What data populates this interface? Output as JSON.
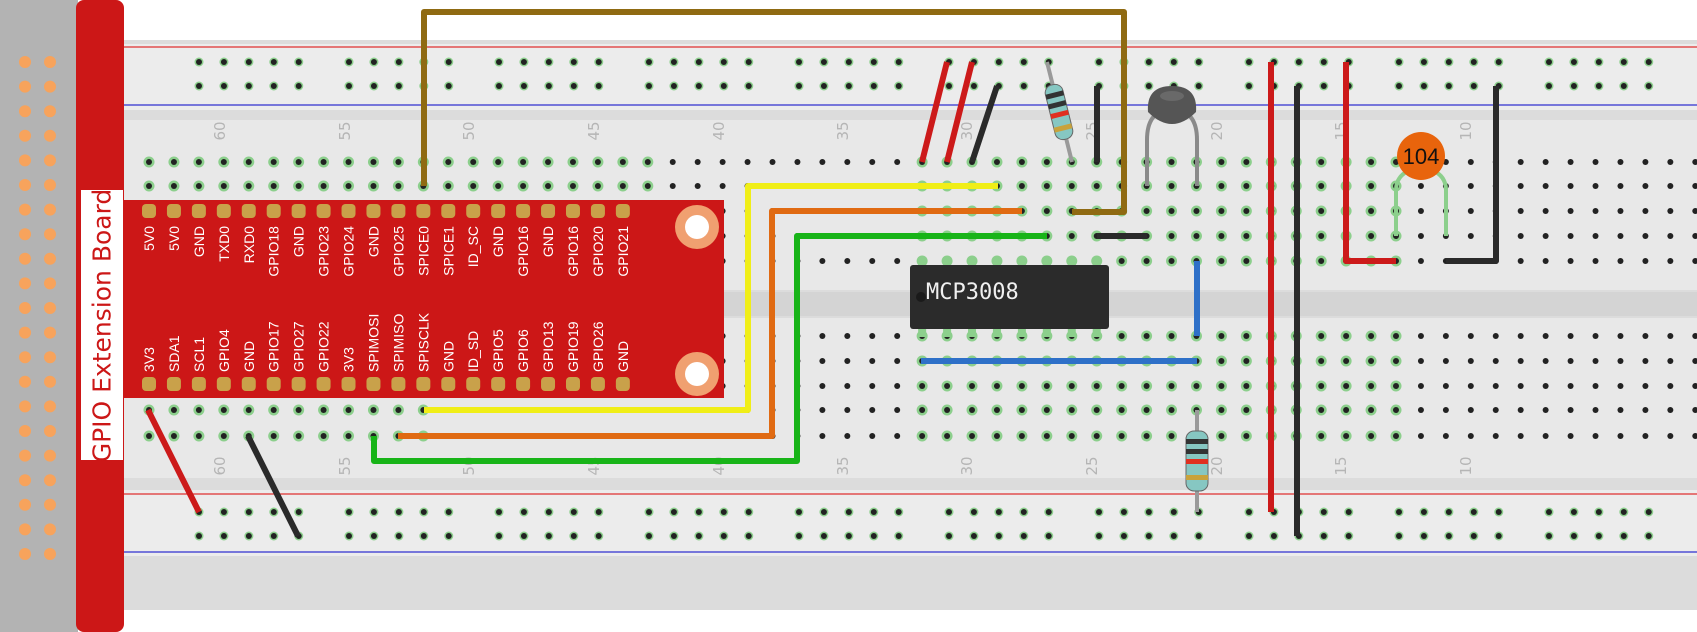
{
  "board": {
    "title": "GPIO Extension Board",
    "top_pins": [
      "5V0",
      "5V0",
      "GND",
      "TXD0",
      "RXD0",
      "GPIO18",
      "GND",
      "GPIO23",
      "GPIO24",
      "GND",
      "GPIO25",
      "SPICE0",
      "SPICE1",
      "ID_SC",
      "GND",
      "GPIO16",
      "GND",
      "GPIO16",
      "GPIO20",
      "GPIO21"
    ],
    "bottom_pins": [
      "3V3",
      "SDA1",
      "SCL1",
      "GPIO4",
      "GND",
      "GPIO17",
      "GPIO27",
      "GPIO22",
      "3V3",
      "SPIMOSI",
      "SPIMISO",
      "SPISCLK",
      "GND",
      "ID_SD",
      "GPIO5",
      "GPIO6",
      "GPIO13",
      "GPIO19",
      "GPIO26",
      "GND"
    ]
  },
  "chip": {
    "label": "MCP3008"
  },
  "capacitor": {
    "label": "104"
  },
  "column_numbers": [
    "60",
    "55",
    "50",
    "45",
    "40",
    "35",
    "30",
    "25",
    "20",
    "15",
    "10"
  ],
  "colors": {
    "board_red": "#cc1717",
    "pin_gold": "#c9a14a",
    "breadboard": "#e6e6e6",
    "rail_red": "#e03030",
    "rail_blue": "#3030d0",
    "wire_brown": "#8f6a12",
    "wire_yellow": "#f0ee17",
    "wire_orange": "#e06a12",
    "wire_green": "#18b418",
    "wire_blue": "#2e70c8",
    "wire_red": "#cc1a1a",
    "wire_black": "#2a2a2a"
  }
}
